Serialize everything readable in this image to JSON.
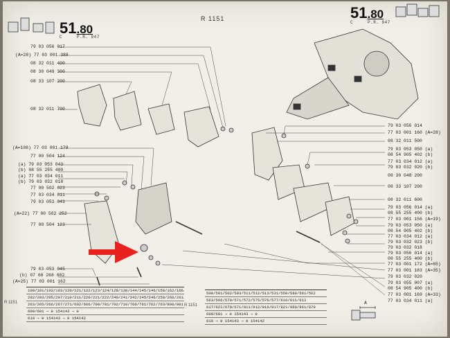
{
  "header": {
    "left_number_main": "51",
    "left_number_dec": ".80",
    "left_sub_c": "C",
    "left_sub_pr": "P.R. 947",
    "right_number_main": "51",
    "right_number_dec": ".80",
    "right_sub_c": "C",
    "right_sub_pr": "P.R. 947",
    "ref": "R 1151"
  },
  "left_parts": [
    "79 03 056 017",
    "(A=28) 77 03 001 388",
    "08 32 011 400",
    "08 30 049 300",
    "08 33 107 200",
    "08 32 011 700",
    "(A=108) 77 03 001 178",
    "77 00 504 124",
    "(a) 79 03 053 043",
    "(b) 08 55 255 400",
    "(a) 77 03 034 011",
    "(b) 79 03 032 018",
    "77 00 502 023",
    "77 03 034 011",
    "79 03 053 043",
    "(A=22) 77 00 502 252",
    "77 00 504 123",
    "79 03 053 045",
    "(b) 07 66 268 602",
    "(A=25) 77 03 001 162"
  ],
  "right_parts": [
    "79 03 056 014",
    "77 03 001 160 (A=28)",
    "08 32 011 500",
    "79 03 053 050 (a)",
    "08 54 905 402 (b)",
    "77 03 034 012 (a)",
    "79 03 032 020 (b)",
    "08 30 048 200",
    "08 33 107 200",
    "08 32 011 600",
    "79 03 056 014 (a)",
    "08 55 255 400 (b)",
    "77 03 001 156 (A=19)",
    "79 03 053 050 (a)",
    "08 54 905 402 (b)",
    "77 03 034 012 (a)",
    "79 03 032 023 (b)",
    "79 03 032 018",
    "79 03 056 014 (a)",
    "08 55 255 400 (b)",
    "77 03 001 172 (A=65)",
    "77 03 001 183 (A=35)",
    "79 03 032 020",
    "79 03 055 007 (a)",
    "08 54 905 400 (b)",
    "77 03 001 169 (A=33)",
    "77 03 034 011 (a)"
  ],
  "tables": {
    "left_label": "R 1151",
    "right_label": "R 1151",
    "left_rows": [
      "100/101/102/103/120/121/122/123/124/128/130/144/145/146/150/162/166/200/201",
      "202/203/205/207/210/211/220/221/222/240/241/242/245/246/250/260/261/262",
      "263/265/266/267/271/602/666/700/701/702/710/760/761/762/763/800/801",
      "600/601 ⇒ ⊖ 154143 ⇒ ⊖",
      "610 ⇒ ⊖ 154143 ⇒ ⊖ 154142"
    ],
    "right_rows": [
      "500/501/502/503/511/512/513/531/550/560/561/562",
      "563/566/570/571/572/575/576/577/610/611/612",
      "617/621/670/671/811/812/816/817/821/960/861/870",
      "600/601 ⇒ ⊖ 154143 ⇒ ⊖",
      "610 ⇒ ⊖ 154143 ⇒ ⊖ 154142"
    ],
    "bolt_label": "A"
  },
  "accent_colors": {
    "arrow": "#e8231f",
    "paper": "#f1efe8",
    "ink": "#2a2a2a"
  }
}
